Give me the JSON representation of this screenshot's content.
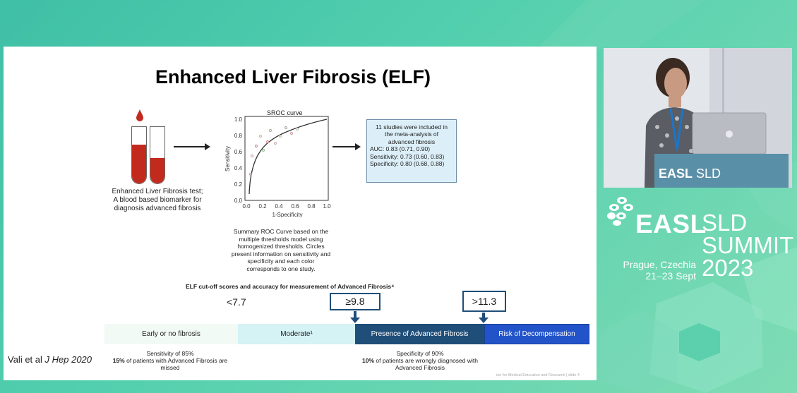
{
  "slide": {
    "title": "Enhanced Liver Fibrosis (ELF)",
    "test_caption": [
      "Enhanced Liver Fibrosis test;",
      "A blood based biomarker for",
      "diagnosis advanced fibrosis"
    ],
    "roc": {
      "title": "SROC curve",
      "ylabel": "Sensitivity",
      "xlabel": "1-Specificity",
      "ticks": [
        "0.0",
        "0.2",
        "0.4",
        "0.6",
        "0.8",
        "1.0"
      ]
    },
    "roc_caption": [
      "Summary ROC Curve based on the",
      "multiple thresholds model using",
      "homogenized thresholds. Circles",
      "present information on sensitivity and",
      "specificity and each color",
      "corresponds to one study."
    ],
    "info": {
      "lines_center": [
        "11 studies were included in",
        "the meta-analysis of",
        "advanced fibrosis"
      ],
      "lines_left": [
        "AUC: 0.83 (0.71, 0.90)",
        "Sensitivity: 0.73 (0.60, 0.83)",
        "Specificity: 0.80 (0.68, 0.88)"
      ]
    },
    "cutoff_heading": "ELF cut-off scores and accuracy for measurement of Advanced Fibrosis⁴",
    "cutoffs": {
      "low": "<7.7",
      "mid": "≥9.8",
      "high": ">11.3"
    },
    "zones": {
      "z1": "Early or no fibrosis",
      "z2": "Moderate¹",
      "z3": "Presence of Advanced Fibrosis",
      "z4": "Risk of Decompensation"
    },
    "note_left": {
      "l1": "Sensitivity of 85%",
      "l2_bold": "15%",
      "l2_rest": " of patients with Advanced Fibrosis are",
      "l3": "missed"
    },
    "note_right": {
      "l1": "Specificity of 90%",
      "l2_bold": "10%",
      "l2_rest": " of patients are wrongly diagnosed with",
      "l3": "Advanced Fibrosis"
    },
    "reference": {
      "authors": "Vali et al ",
      "journal": "J Hep 2020"
    },
    "footer": "ion for Medical Education and Research  |  slide 4"
  },
  "camera": {
    "banner_easl": "EASL",
    "banner_sld": "SLD"
  },
  "branding": {
    "easl": "EASL",
    "sld_lines": [
      "SLD",
      "SUMMIT",
      "2023"
    ],
    "place": "Prague, Czechia",
    "dates": "21–23 Sept"
  },
  "colors": {
    "background": "#4fc9ab",
    "blood": "#c32a1e",
    "zone_early": "#f2faf6",
    "zone_moderate": "#d5f2f5",
    "zone_advanced": "#1f4e79",
    "zone_decomp": "#2353c9",
    "infobox_fill": "#dceff8"
  }
}
